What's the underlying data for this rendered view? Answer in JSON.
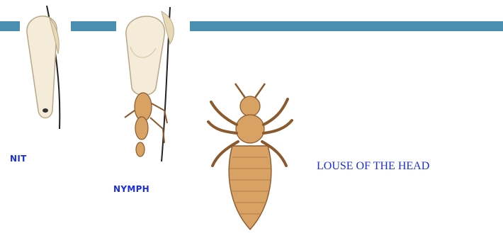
{
  "labels": {
    "nit": "NIT",
    "nymph": "NYMPH",
    "louse": "LOUSE OF THE HEAD"
  },
  "colors": {
    "bar": "#4b8fb0",
    "label": "#1b2fd8",
    "louse_body": "#d7a263",
    "louse_outline": "#8a5a2e",
    "egg_shell": "#f3ead8"
  }
}
